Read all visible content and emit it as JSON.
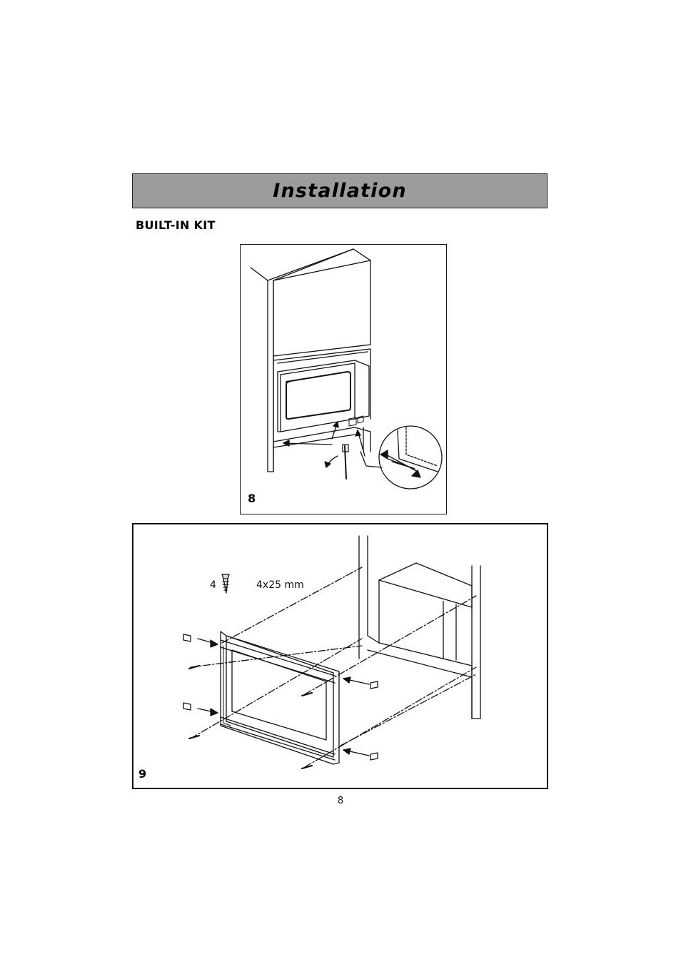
{
  "header": {
    "title": "Installation"
  },
  "section": {
    "heading": "BUILT-IN KIT"
  },
  "figures": [
    {
      "number": "8"
    },
    {
      "number": "9",
      "screw_quantity": "4",
      "screw_size": "4x25 mm"
    }
  ],
  "footer": {
    "page_number": "8"
  },
  "colors": {
    "banner": "#9c9c9c",
    "line": "#111111"
  }
}
